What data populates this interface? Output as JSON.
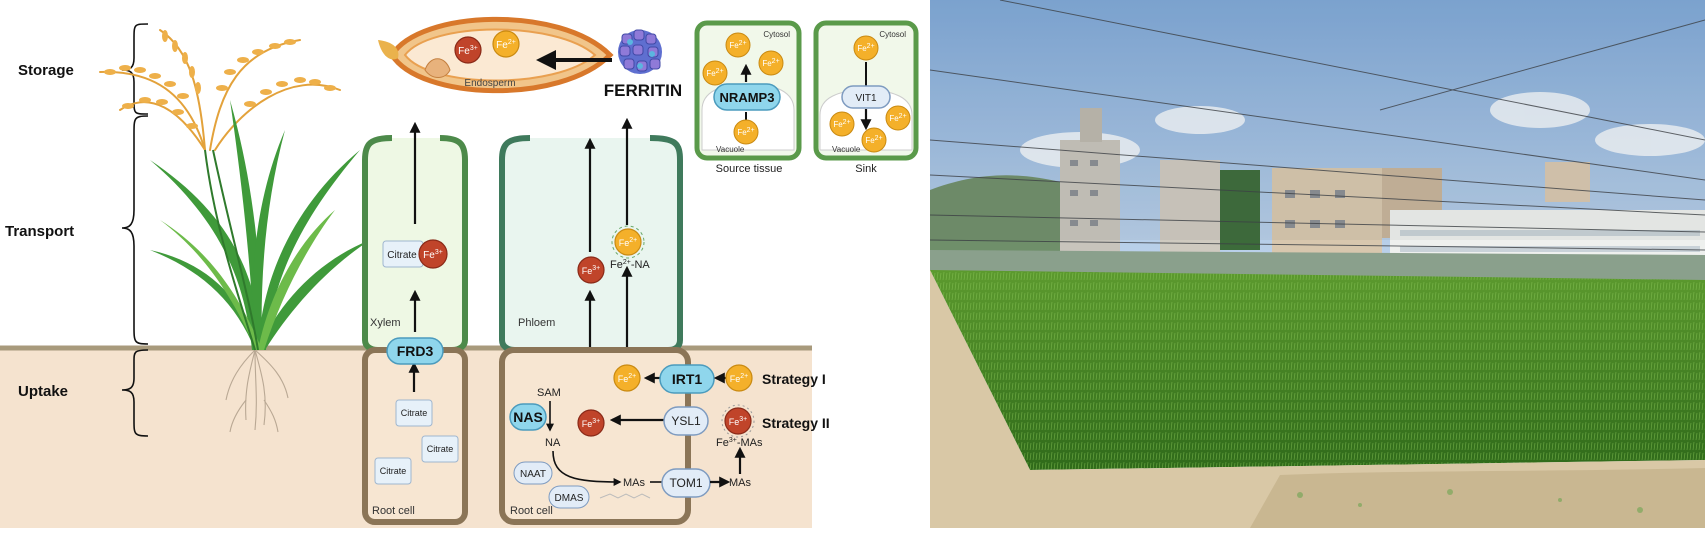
{
  "panel_a": {
    "stages": {
      "storage": "Storage",
      "transport": "Transport",
      "uptake": "Uptake"
    },
    "grain": {
      "label": "Endosperm",
      "fe3": "Fe",
      "fe3_sup": "3+",
      "fe2": "Fe",
      "fe2_sup": "2+"
    },
    "ferritin": "FERRITIN",
    "xylem": {
      "label": "Xylem",
      "citrate_complex": "Citrate",
      "fe3": "Fe",
      "fe3_sup": "3+",
      "transporter": "FRD3"
    },
    "phloem": {
      "label": "Phloem",
      "fe3": "Fe",
      "fe3_sup": "3+",
      "fe2": "Fe",
      "fe2_sup": "2+",
      "fe2_na_a": "Fe",
      "fe2_na_sup": "2+",
      "fe2_na_b": "-NA"
    },
    "root_cell_left": {
      "label": "Root cell",
      "citrates": [
        "Citrate",
        "Citrate",
        "Citrate"
      ]
    },
    "root_cell_right": {
      "label": "Root cell",
      "sam": "SAM",
      "nas": "NAS",
      "na": "NA",
      "naat": "NAAT",
      "dmas": "DMAS",
      "mas_inner": "MAs",
      "tom1": "TOM1",
      "mas_outer": "MAs",
      "ysl1": "YSL1",
      "irt1": "IRT1",
      "fe_mas_a": "Fe",
      "fe_mas_sup": "3+",
      "fe_mas_b": "-MAs",
      "fe3": "Fe",
      "fe3_sup": "3+",
      "fe2": "Fe",
      "fe2_sup": "2+"
    },
    "strategies": {
      "strategy1": "Strategy I",
      "strategy2": "Strategy II"
    },
    "source_tissue": {
      "caption": "Source tissue",
      "cytosol": "Cytosol",
      "vacuole": "Vacuole",
      "transporter": "NRAMP3",
      "fe": "Fe",
      "fe_sup": "2+"
    },
    "sink": {
      "caption": "Sink",
      "cytosol": "Cytosol",
      "vacuole": "Vacuole",
      "transporter": "VIT1",
      "fe": "Fe",
      "fe_sup": "2+"
    }
  },
  "colors": {
    "soil": "#f5e3cf",
    "soil_line": "#a89a7c",
    "fe2_fill": "#f4b02a",
    "fe3_fill": "#c0442a",
    "transporter_fill": "#8fd6ec",
    "cell_wall_green": "#4d8a4a",
    "root_wall": "#8b7557"
  }
}
